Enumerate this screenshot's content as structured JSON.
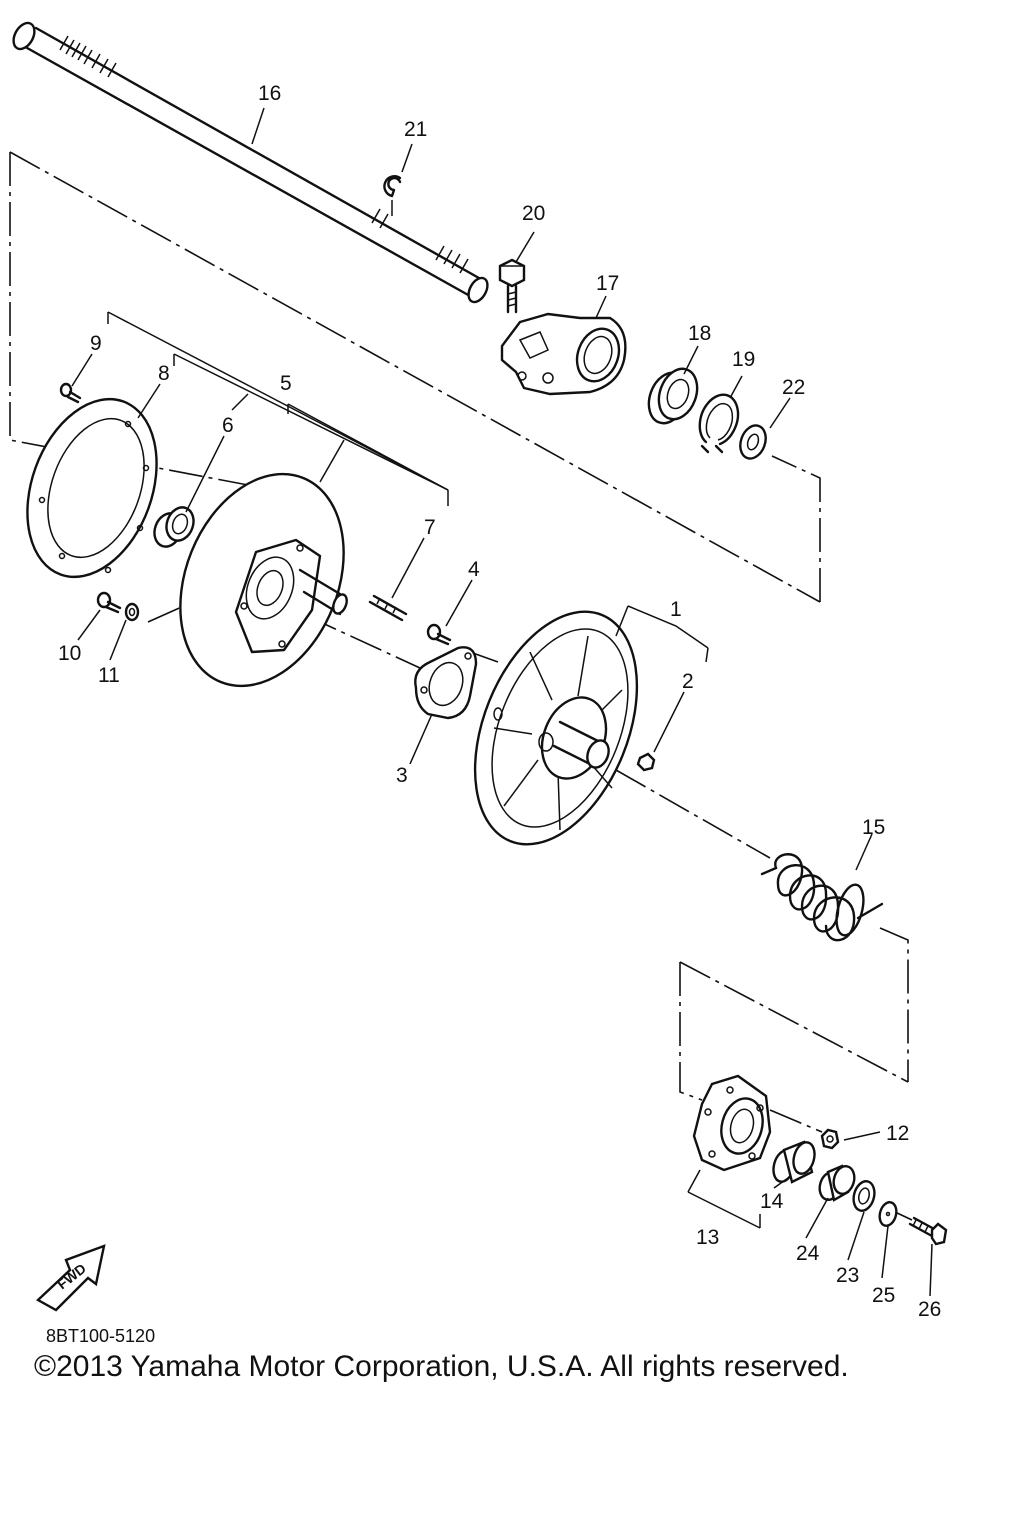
{
  "diagram": {
    "callouts": {
      "c1": "1",
      "c2": "2",
      "c3": "3",
      "c4": "4",
      "c5": "5",
      "c6": "6",
      "c7": "7",
      "c8": "8",
      "c9": "9",
      "c10": "10",
      "c11": "11",
      "c12": "12",
      "c13": "13",
      "c14": "14",
      "c15": "15",
      "c16": "16",
      "c17": "17",
      "c18": "18",
      "c19": "19",
      "c20": "20",
      "c21": "21",
      "c22": "22",
      "c23": "23",
      "c24": "24",
      "c25": "25",
      "c26": "26"
    },
    "fwd_label": "FWD",
    "drawing_code": "8BT100-5120",
    "copyright": "©2013 Yamaha Motor Corporation, U.S.A. All rights reserved."
  }
}
